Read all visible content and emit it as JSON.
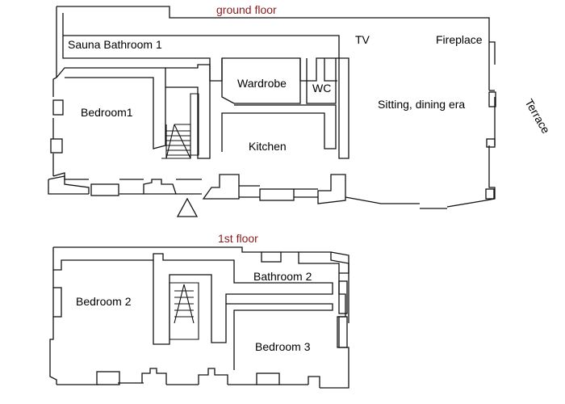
{
  "floors": {
    "ground": {
      "title": "ground floor",
      "rooms": {
        "sauna": "Sauna Bathroom 1",
        "bedroom1": "Bedroom1",
        "wardrobe": "Wardrobe",
        "wc": "WC",
        "kitchen": "Kitchen",
        "sitting": "Sitting, dining era",
        "tv": "TV",
        "fireplace": "Fireplace"
      },
      "outside": {
        "terrace": "Terrace"
      }
    },
    "first": {
      "title": "1st floor",
      "rooms": {
        "bedroom2": "Bedroom 2",
        "bathroom2": "Bathroom 2",
        "bedroom3": "Bedroom 3"
      }
    }
  },
  "colors": {
    "title": "#8b1a1a",
    "walls": "#111111",
    "labels": "#000000"
  },
  "icons": {
    "entrance": "entrance-triangle-icon",
    "stairs": "staircase-icon"
  }
}
